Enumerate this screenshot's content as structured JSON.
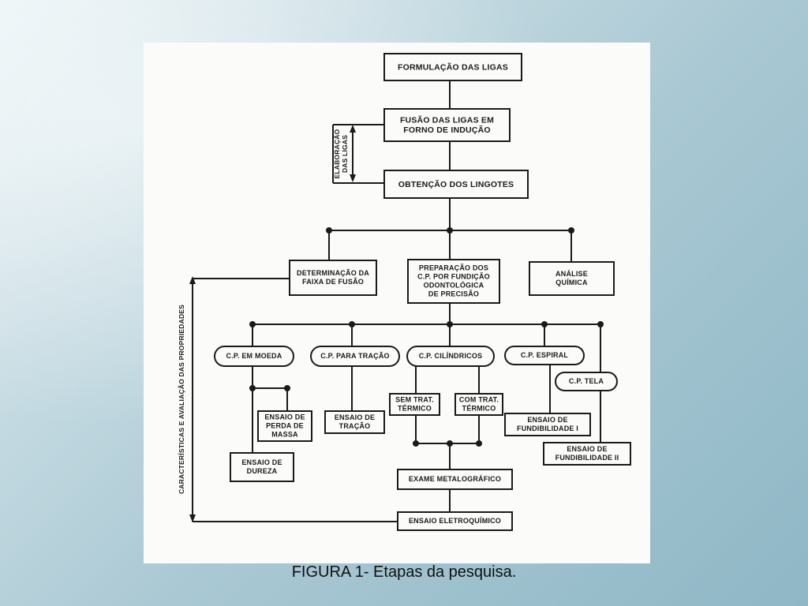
{
  "figure": {
    "caption": "FIGURA 1- Etapas da pesquisa.",
    "nodes": {
      "formulacao": [
        "FORMULAÇÃO DAS LIGAS"
      ],
      "fusao": [
        "FUSÃO DAS LIGAS EM",
        "FORNO DE INDUÇÃO"
      ],
      "obtencao": [
        "OBTENÇÃO DOS LINGOTES"
      ],
      "determinacao": [
        "DETERMINAÇÃO DA",
        "FAIXA DE FUSÃO"
      ],
      "preparacao": [
        "PREPARAÇÃO DOS",
        "C.P. POR FUNDIÇÃO",
        "ODONTOLÓGICA",
        "DE PRECISÃO"
      ],
      "analise": [
        "ANÁLISE",
        "QUÍMICA"
      ],
      "cp_moeda": [
        "C.P. EM MOEDA"
      ],
      "cp_tracao": [
        "C.P. PARA TRAÇÃO"
      ],
      "cp_cilindricos": [
        "C.P. CILÍNDRICOS"
      ],
      "cp_espiral": [
        "C.P. ESPIRAL"
      ],
      "cp_tela": [
        "C.P. TELA"
      ],
      "perda_massa": [
        "ENSAIO DE",
        "PERDA DE",
        "MASSA"
      ],
      "ensaio_tracao": [
        "ENSAIO DE",
        "TRAÇÃO"
      ],
      "sem_trat": [
        "SEM TRAT.",
        "TÉRMICO"
      ],
      "com_trat": [
        "COM TRAT.",
        "TÉRMICO"
      ],
      "fundibilidade_1": [
        "ENSAIO DE",
        "FUNDIBILIDADE I"
      ],
      "fundibilidade_2": [
        "ENSAIO DE",
        "FUNDIBILIDADE II"
      ],
      "dureza": [
        "ENSAIO DE",
        "DUREZA"
      ],
      "metalografico": [
        "EXAME METALOGRÁFICO"
      ],
      "eletroquimico": [
        "ENSAIO ELETROQUÍMICO"
      ]
    },
    "side_labels": {
      "elaboracao": [
        "ELABORAÇÃO",
        "DAS LIGAS"
      ],
      "caracteristicas": [
        "CARACTERÍSTICAS E AVALIAÇÃO DAS PROPRIEDADES"
      ]
    }
  }
}
